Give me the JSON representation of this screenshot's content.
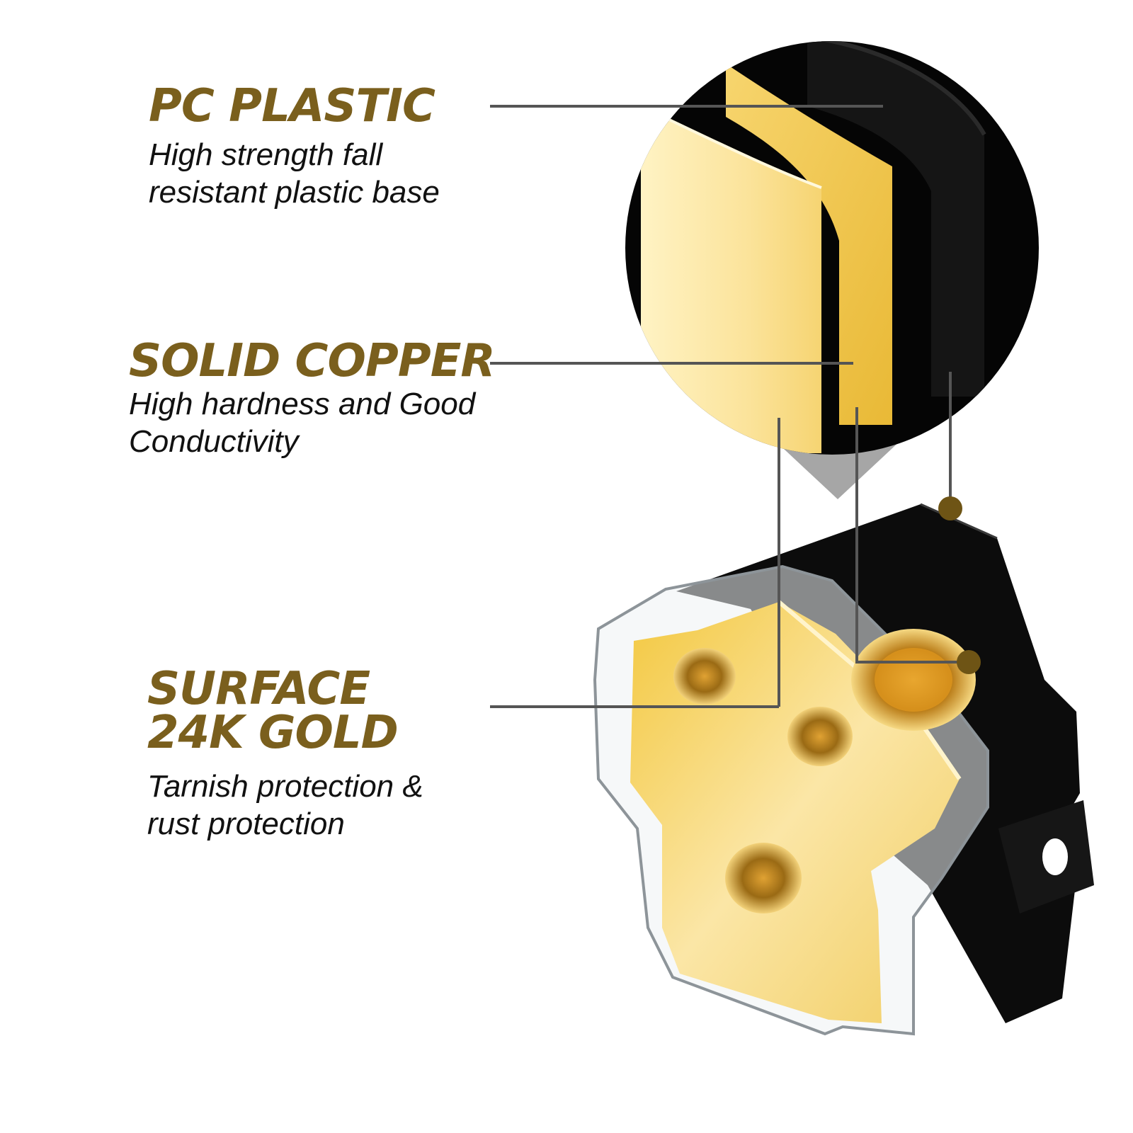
{
  "colors": {
    "title": "#7a5f1d",
    "text": "#111111",
    "line": "#555555",
    "gold_light": "#fbe7a2",
    "gold": "#f2cc5b",
    "gold_dark": "#b68a1a",
    "black": "#0b0b0b",
    "dot": "#6e5415"
  },
  "features": [
    {
      "title": "PC PLASTIC",
      "lines": [
        "High strength fall",
        "resistant plastic base"
      ]
    },
    {
      "title": "SOLID COPPER",
      "lines": [
        "High hardness and Good",
        "Conductivity"
      ]
    },
    {
      "title": "SURFACE 24K GOLD",
      "lines": [
        "Tarnish protection &",
        "rust protection"
      ]
    }
  ]
}
